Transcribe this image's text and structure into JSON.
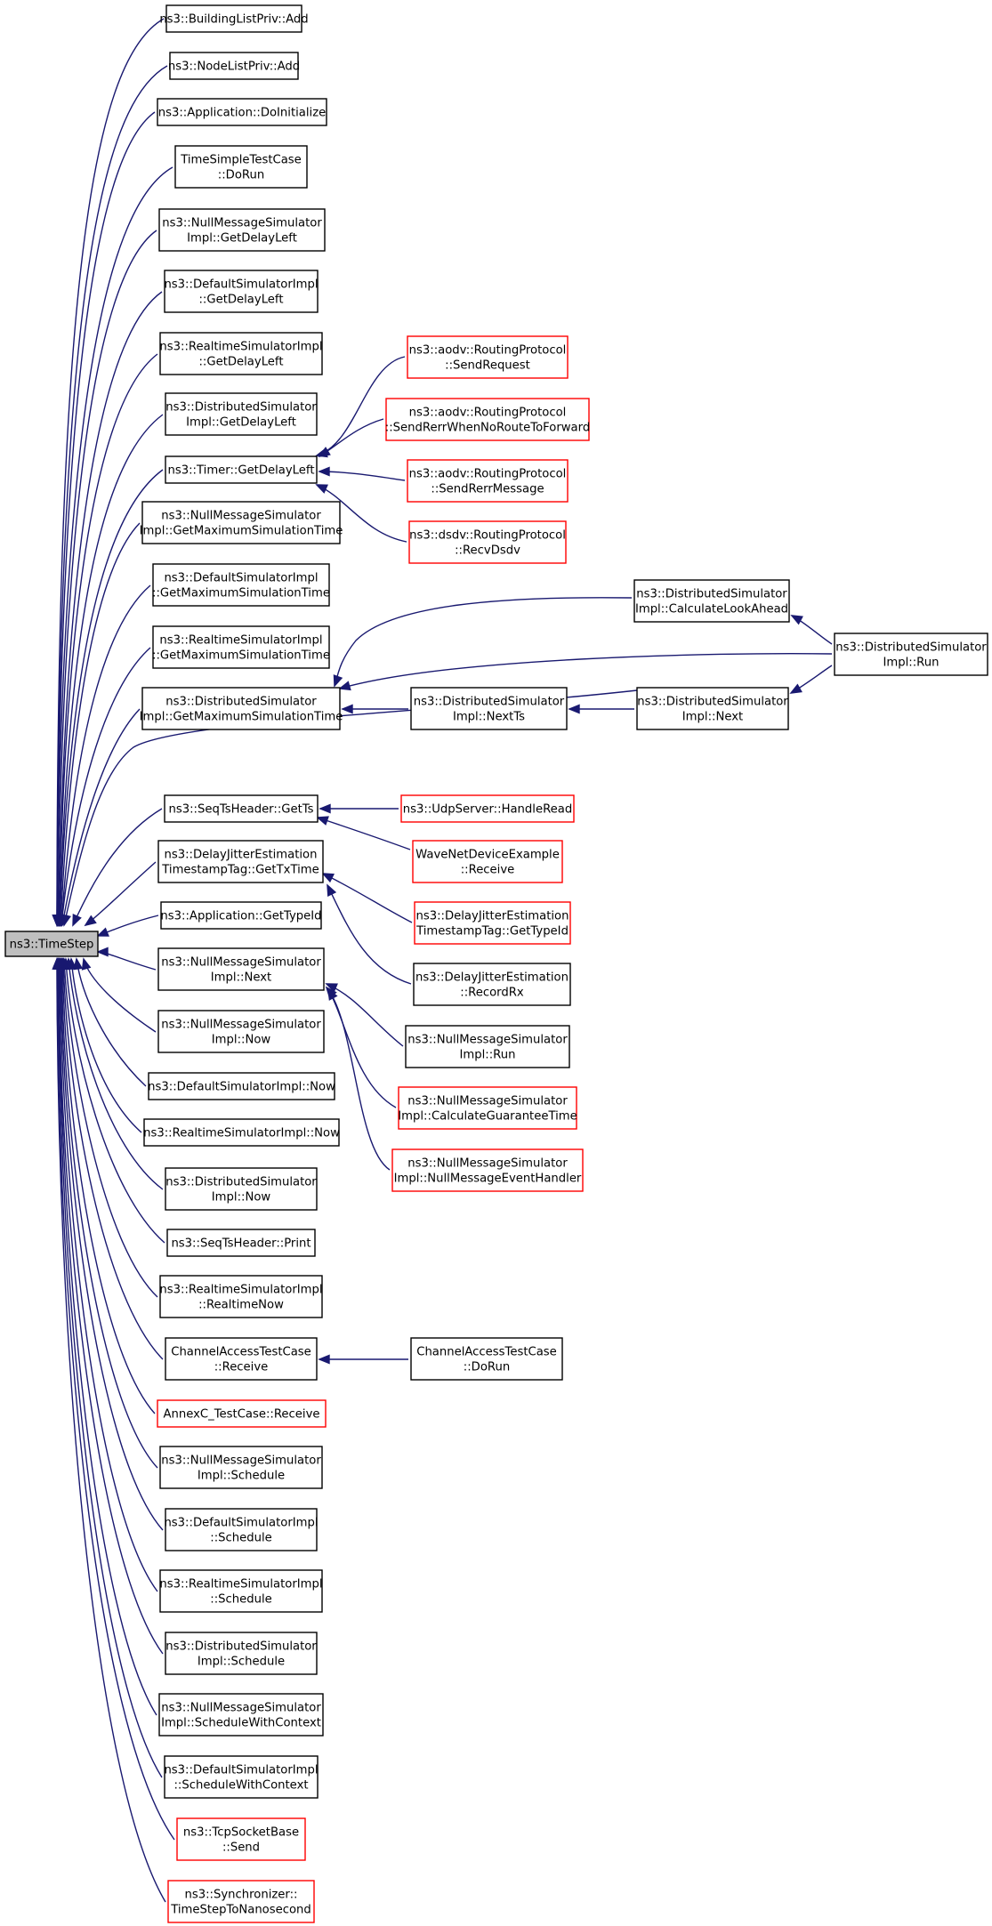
{
  "colors": {
    "edge": "#191970",
    "node_border": "#000000",
    "node_border_truncated": "#ff0000",
    "root_fill": "#bfbfbf",
    "node_fill": "#ffffff"
  },
  "nodes": [
    {
      "id": "root",
      "lines": [
        "ns3::TimeStep"
      ],
      "root": true
    },
    {
      "id": "n1",
      "lines": [
        "ns3::BuildingListPriv::Add"
      ]
    },
    {
      "id": "n2",
      "lines": [
        "ns3::NodeListPriv::Add"
      ]
    },
    {
      "id": "n3",
      "lines": [
        "ns3::Application::DoInitialize"
      ]
    },
    {
      "id": "n4",
      "lines": [
        "TimeSimpleTestCase",
        "::DoRun"
      ]
    },
    {
      "id": "n5",
      "lines": [
        "ns3::NullMessageSimulator",
        "Impl::GetDelayLeft"
      ]
    },
    {
      "id": "n6",
      "lines": [
        "ns3::DefaultSimulatorImpl",
        "::GetDelayLeft"
      ]
    },
    {
      "id": "n7",
      "lines": [
        "ns3::RealtimeSimulatorImpl",
        "::GetDelayLeft"
      ]
    },
    {
      "id": "n8",
      "lines": [
        "ns3::DistributedSimulator",
        "Impl::GetDelayLeft"
      ]
    },
    {
      "id": "n9",
      "lines": [
        "ns3::Timer::GetDelayLeft"
      ]
    },
    {
      "id": "n10",
      "lines": [
        "ns3::NullMessageSimulator",
        "Impl::GetMaximumSimulationTime"
      ]
    },
    {
      "id": "n11",
      "lines": [
        "ns3::DefaultSimulatorImpl",
        "::GetMaximumSimulationTime"
      ]
    },
    {
      "id": "n12",
      "lines": [
        "ns3::RealtimeSimulatorImpl",
        "::GetMaximumSimulationTime"
      ]
    },
    {
      "id": "n13",
      "lines": [
        "ns3::DistributedSimulator",
        "Impl::GetMaximumSimulationTime"
      ]
    },
    {
      "id": "n14",
      "lines": [
        "ns3::SeqTsHeader::GetTs"
      ]
    },
    {
      "id": "n15",
      "lines": [
        "ns3::DelayJitterEstimation",
        "TimestampTag::GetTxTime"
      ]
    },
    {
      "id": "n16",
      "lines": [
        "ns3::Application::GetTypeId"
      ]
    },
    {
      "id": "n17",
      "lines": [
        "ns3::NullMessageSimulator",
        "Impl::Next"
      ]
    },
    {
      "id": "n18",
      "lines": [
        "ns3::NullMessageSimulator",
        "Impl::Now"
      ]
    },
    {
      "id": "n19",
      "lines": [
        "ns3::DefaultSimulatorImpl::Now"
      ]
    },
    {
      "id": "n20",
      "lines": [
        "ns3::RealtimeSimulatorImpl::Now"
      ]
    },
    {
      "id": "n21",
      "lines": [
        "ns3::DistributedSimulator",
        "Impl::Now"
      ]
    },
    {
      "id": "n22",
      "lines": [
        "ns3::SeqTsHeader::Print"
      ]
    },
    {
      "id": "n23",
      "lines": [
        "ns3::RealtimeSimulatorImpl",
        "::RealtimeNow"
      ]
    },
    {
      "id": "n24",
      "lines": [
        "ChannelAccessTestCase",
        "::Receive"
      ]
    },
    {
      "id": "n25",
      "lines": [
        "AnnexC_TestCase::Receive"
      ],
      "truncated": true
    },
    {
      "id": "n26",
      "lines": [
        "ns3::NullMessageSimulator",
        "Impl::Schedule"
      ]
    },
    {
      "id": "n27",
      "lines": [
        "ns3::DefaultSimulatorImpl",
        "::Schedule"
      ]
    },
    {
      "id": "n28",
      "lines": [
        "ns3::RealtimeSimulatorImpl",
        "::Schedule"
      ]
    },
    {
      "id": "n29",
      "lines": [
        "ns3::DistributedSimulator",
        "Impl::Schedule"
      ]
    },
    {
      "id": "n30",
      "lines": [
        "ns3::NullMessageSimulator",
        "Impl::ScheduleWithContext"
      ]
    },
    {
      "id": "n31",
      "lines": [
        "ns3::DefaultSimulatorImpl",
        "::ScheduleWithContext"
      ]
    },
    {
      "id": "n32",
      "lines": [
        "ns3::TcpSocketBase",
        "::Send"
      ],
      "truncated": true
    },
    {
      "id": "n33",
      "lines": [
        "ns3::Synchronizer::",
        "TimeStepToNanosecond"
      ],
      "truncated": true
    },
    {
      "id": "a1",
      "lines": [
        "ns3::aodv::RoutingProtocol",
        "::SendRequest"
      ],
      "truncated": true
    },
    {
      "id": "a2",
      "lines": [
        "ns3::aodv::RoutingProtocol",
        "::SendRerrWhenNoRouteToForward"
      ],
      "truncated": true
    },
    {
      "id": "a3",
      "lines": [
        "ns3::aodv::RoutingProtocol",
        "::SendRerrMessage"
      ],
      "truncated": true
    },
    {
      "id": "a4",
      "lines": [
        "ns3::dsdv::RoutingProtocol",
        "::RecvDsdv"
      ],
      "truncated": true
    },
    {
      "id": "d1",
      "lines": [
        "ns3::DistributedSimulator",
        "Impl::CalculateLookAhead"
      ]
    },
    {
      "id": "d2",
      "lines": [
        "ns3::DistributedSimulator",
        "Impl::NextTs"
      ]
    },
    {
      "id": "d3",
      "lines": [
        "ns3::DistributedSimulator",
        "Impl::Next"
      ]
    },
    {
      "id": "d4",
      "lines": [
        "ns3::DistributedSimulator",
        "Impl::Run"
      ]
    },
    {
      "id": "s1",
      "lines": [
        "ns3::UdpServer::HandleRead"
      ],
      "truncated": true
    },
    {
      "id": "s2",
      "lines": [
        "WaveNetDeviceExample",
        "::Receive"
      ],
      "truncated": true
    },
    {
      "id": "j1",
      "lines": [
        "ns3::DelayJitterEstimation",
        "TimestampTag::GetTypeId"
      ],
      "truncated": true
    },
    {
      "id": "j2",
      "lines": [
        "ns3::DelayJitterEstimation",
        "::RecordRx"
      ]
    },
    {
      "id": "m1",
      "lines": [
        "ns3::NullMessageSimulator",
        "Impl::Run"
      ]
    },
    {
      "id": "m2",
      "lines": [
        "ns3::NullMessageSimulator",
        "Impl::CalculateGuaranteeTime"
      ],
      "truncated": true
    },
    {
      "id": "m3",
      "lines": [
        "ns3::NullMessageSimulator",
        "Impl::NullMessageEventHandler"
      ],
      "truncated": true
    },
    {
      "id": "c1",
      "lines": [
        "ChannelAccessTestCase",
        "::DoRun"
      ]
    }
  ],
  "edges": [
    {
      "from": "n1",
      "to": "root"
    },
    {
      "from": "n2",
      "to": "root"
    },
    {
      "from": "n3",
      "to": "root"
    },
    {
      "from": "n4",
      "to": "root"
    },
    {
      "from": "n5",
      "to": "root"
    },
    {
      "from": "n6",
      "to": "root"
    },
    {
      "from": "n7",
      "to": "root"
    },
    {
      "from": "n8",
      "to": "root"
    },
    {
      "from": "n9",
      "to": "root"
    },
    {
      "from": "n10",
      "to": "root"
    },
    {
      "from": "n11",
      "to": "root"
    },
    {
      "from": "n12",
      "to": "root"
    },
    {
      "from": "n13",
      "to": "root"
    },
    {
      "from": "d3",
      "to": "root"
    },
    {
      "from": "n14",
      "to": "root"
    },
    {
      "from": "n15",
      "to": "root"
    },
    {
      "from": "n16",
      "to": "root"
    },
    {
      "from": "n17",
      "to": "root"
    },
    {
      "from": "n18",
      "to": "root"
    },
    {
      "from": "n19",
      "to": "root"
    },
    {
      "from": "n20",
      "to": "root"
    },
    {
      "from": "n21",
      "to": "root"
    },
    {
      "from": "n22",
      "to": "root"
    },
    {
      "from": "n23",
      "to": "root"
    },
    {
      "from": "n24",
      "to": "root"
    },
    {
      "from": "n25",
      "to": "root"
    },
    {
      "from": "n26",
      "to": "root"
    },
    {
      "from": "n27",
      "to": "root"
    },
    {
      "from": "n28",
      "to": "root"
    },
    {
      "from": "n29",
      "to": "root"
    },
    {
      "from": "n30",
      "to": "root"
    },
    {
      "from": "n31",
      "to": "root"
    },
    {
      "from": "n32",
      "to": "root"
    },
    {
      "from": "n33",
      "to": "root"
    },
    {
      "from": "a1",
      "to": "n9"
    },
    {
      "from": "a2",
      "to": "n9"
    },
    {
      "from": "a3",
      "to": "n9"
    },
    {
      "from": "a4",
      "to": "n9"
    },
    {
      "from": "d1",
      "to": "n13"
    },
    {
      "from": "d4",
      "to": "n13"
    },
    {
      "from": "d2",
      "to": "n13"
    },
    {
      "from": "d3",
      "to": "d2"
    },
    {
      "from": "d4",
      "to": "d1"
    },
    {
      "from": "d4",
      "to": "d3"
    },
    {
      "from": "s1",
      "to": "n14"
    },
    {
      "from": "s2",
      "to": "n14"
    },
    {
      "from": "j1",
      "to": "n15"
    },
    {
      "from": "j2",
      "to": "n15"
    },
    {
      "from": "m1",
      "to": "n17"
    },
    {
      "from": "m2",
      "to": "n17"
    },
    {
      "from": "m3",
      "to": "n17"
    },
    {
      "from": "c1",
      "to": "n24"
    }
  ]
}
